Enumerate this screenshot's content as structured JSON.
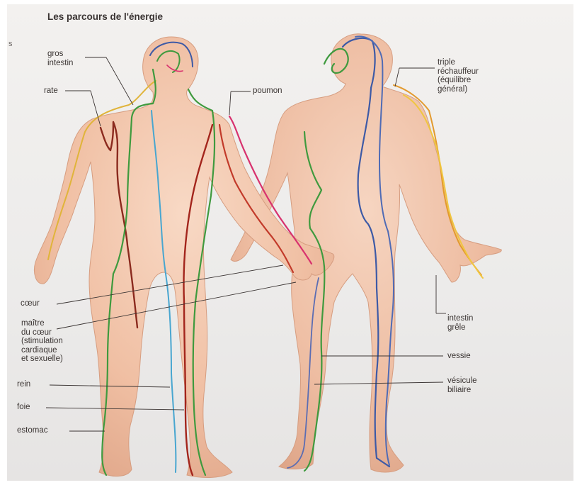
{
  "title": "Les parcours de l'énergie",
  "margin_fragment": "s",
  "labels": {
    "gros_intestin": "gros\nintestin",
    "rate": "rate",
    "poumon": "poumon",
    "triple_rechauffeur": "triple\nréchauffeur\n(équilibre\ngénéral)",
    "coeur": "cœur",
    "maitre_du_coeur": "maître\ndu cœur\n(stimulation\ncardiaque\net sexuelle)",
    "rein": "rein",
    "foie": "foie",
    "estomac": "estomac",
    "intestin_grele": "intestin\ngrêle",
    "vessie": "vessie",
    "vesicule_biliaire": "vésicule\nbiliaire"
  },
  "meridian_colors": {
    "gros_intestin": "#e0b43a",
    "rate": "#8b2a1e",
    "poumon": "#d8326e",
    "coeur": "#c23a2a",
    "rein": "#48a6d0",
    "foie": "#a3251c",
    "estomac": "#3f9a3e",
    "vessie": "#3d5aa6",
    "vesicule_biliaire": "#3f9a3e",
    "triple_rechauffeur": "#e39a2e",
    "intestin_grele": "#f0c640"
  },
  "colors": {
    "skin_light": "#f6d2bb",
    "skin_mid": "#eeb99b",
    "skin_dark": "#dca083",
    "leader_line": "#3a3433"
  }
}
